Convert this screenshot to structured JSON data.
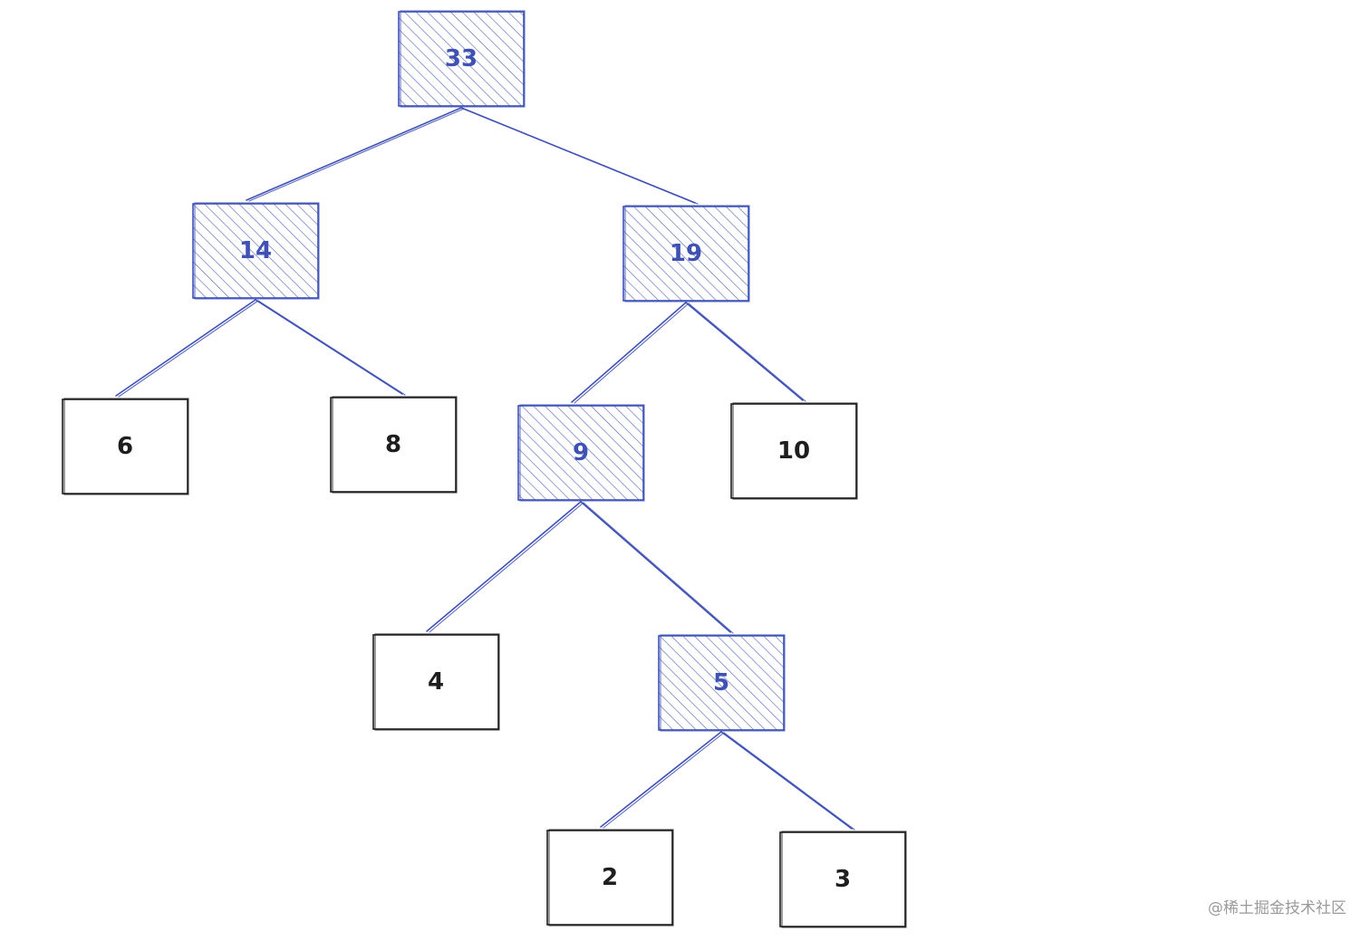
{
  "colors": {
    "internal_node": "#3f51b5",
    "leaf_node": "#1e1e1e",
    "edge": "#3f51b5",
    "background": "#ffffff",
    "watermark": "#9a9a9a"
  },
  "tree": {
    "nodes": [
      {
        "id": "n33",
        "label": "33",
        "kind": "internal"
      },
      {
        "id": "n14",
        "label": "14",
        "kind": "internal"
      },
      {
        "id": "n19",
        "label": "19",
        "kind": "internal"
      },
      {
        "id": "n6",
        "label": "6",
        "kind": "leaf"
      },
      {
        "id": "n8",
        "label": "8",
        "kind": "leaf"
      },
      {
        "id": "n9",
        "label": "9",
        "kind": "internal"
      },
      {
        "id": "n10",
        "label": "10",
        "kind": "leaf"
      },
      {
        "id": "n4",
        "label": "4",
        "kind": "leaf"
      },
      {
        "id": "n5",
        "label": "5",
        "kind": "internal"
      },
      {
        "id": "n2",
        "label": "2",
        "kind": "leaf"
      },
      {
        "id": "n3",
        "label": "3",
        "kind": "leaf"
      }
    ],
    "edges": [
      {
        "from": "n33",
        "to": "n14"
      },
      {
        "from": "n33",
        "to": "n19"
      },
      {
        "from": "n14",
        "to": "n6"
      },
      {
        "from": "n14",
        "to": "n8"
      },
      {
        "from": "n19",
        "to": "n9"
      },
      {
        "from": "n19",
        "to": "n10"
      },
      {
        "from": "n9",
        "to": "n4"
      },
      {
        "from": "n9",
        "to": "n5"
      },
      {
        "from": "n5",
        "to": "n2"
      },
      {
        "from": "n5",
        "to": "n3"
      }
    ]
  },
  "watermark": {
    "text": "@稀土掘金技术社区"
  }
}
